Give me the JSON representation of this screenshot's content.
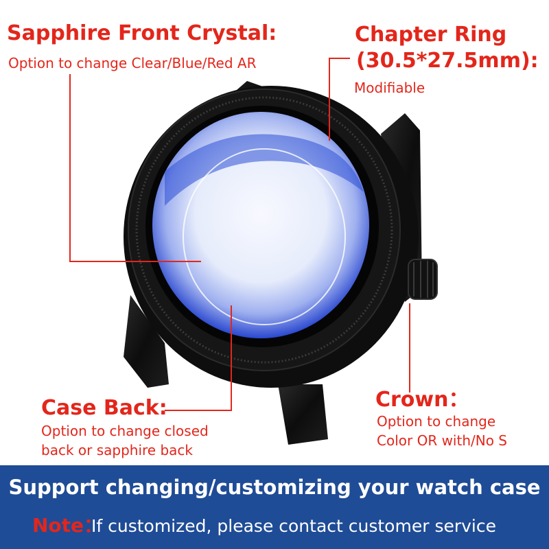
{
  "labels": {
    "crystal": {
      "title": "Sapphire Front Crystal:",
      "desc": "Option to change Clear/Blue/Red AR"
    },
    "chapter_ring": {
      "title_line1": "Chapter Ring",
      "title_line2": "(30.5*27.5mm):",
      "desc": "Modifiable"
    },
    "case_back": {
      "title": "Case Back:",
      "desc_line1": "Option to change closed",
      "desc_line2": "back or sapphire back"
    },
    "crown": {
      "title": "Crown：",
      "desc_line1": "Option to change",
      "desc_line2": "Color OR with/No S"
    }
  },
  "banner": {
    "main": "Support changing/customizing your watch case",
    "note_label": "Note：",
    "note_text": "If customized, please contact customer service"
  },
  "colors": {
    "accent": "#e3261b",
    "banner": "#1f4c96",
    "watch_case": "#111111",
    "crystal_tint": "#2f55d9"
  },
  "icons": {
    "product": "watch-case-photo"
  }
}
